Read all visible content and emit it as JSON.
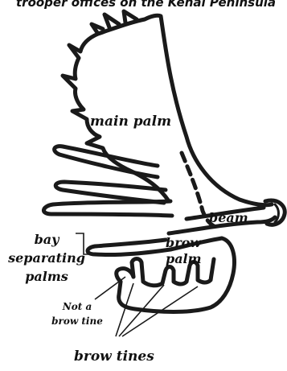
{
  "header": {
    "caption_fragment": "trooper offices on the Kenai Peninsula"
  },
  "labels": {
    "main_palm": "main palm",
    "beam": "beam",
    "brow_palm_line1": "brow",
    "brow_palm_line2": "palm",
    "bay_line1": "bay",
    "bay_line2": "separating",
    "bay_line3": "palms",
    "not_a_line1": "Not a",
    "not_a_line2": "brow tine",
    "brow_tines": "brow tines"
  }
}
